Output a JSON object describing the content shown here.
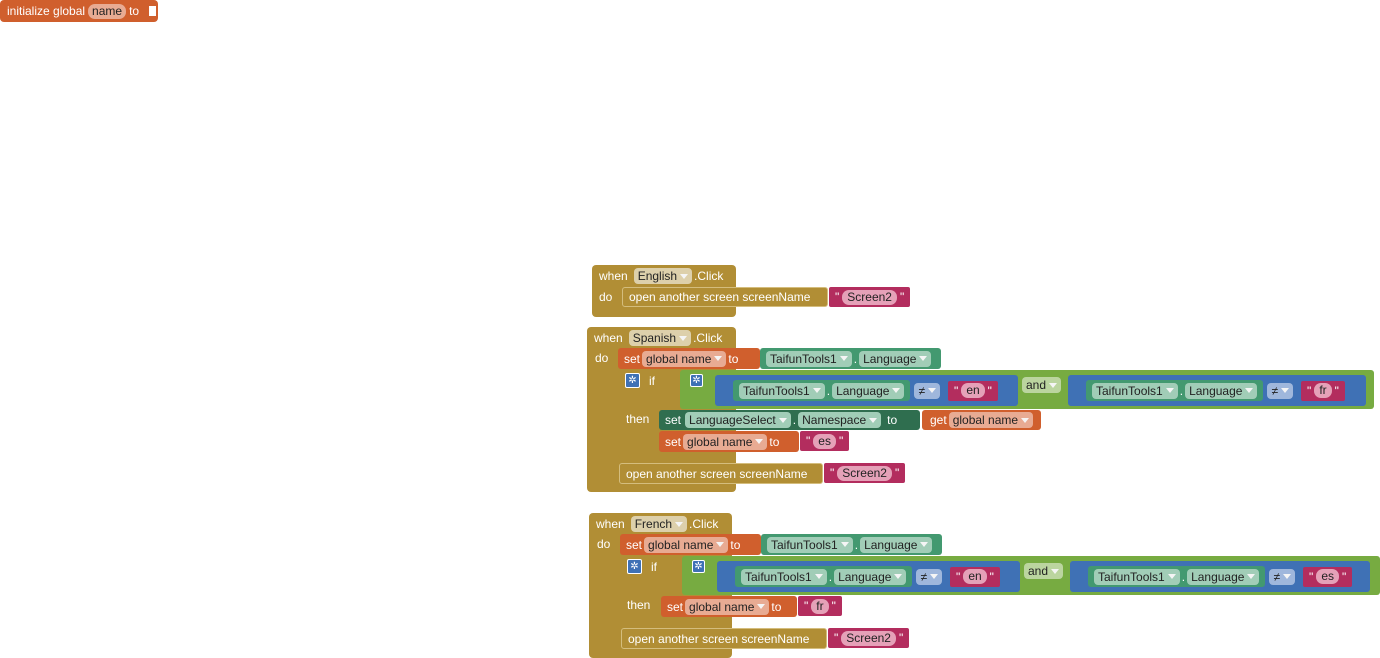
{
  "global_init": {
    "prefix": "initialize global",
    "name": "name",
    "suffix": "to"
  },
  "common": {
    "when": "when",
    "do": "do",
    "click": ".Click",
    "set": "set",
    "to": "to",
    "get": "get",
    "if": "if",
    "then": "then",
    "and": "and",
    "dot": ".",
    "ne": "≠",
    "open_screen": "open another screen  screenName",
    "quote": "\""
  },
  "english": {
    "component": "English",
    "screen": "Screen2"
  },
  "spanish": {
    "component": "Spanish",
    "set_var": "global name",
    "tools": "TaifunTools1",
    "prop": "Language",
    "cmp1_val": "en",
    "cmp2_val": "fr",
    "ls_component": "LanguageSelect",
    "ls_prop": "Namespace",
    "get_var": "global name",
    "set2_var": "global name",
    "set2_val": "es",
    "screen": "Screen2"
  },
  "french": {
    "component": "French",
    "set_var": "global name",
    "tools": "TaifunTools1",
    "prop": "Language",
    "cmp1_val": "en",
    "cmp2_val": "es",
    "set2_var": "global name",
    "set2_val": "fr",
    "screen": "Screen2"
  },
  "colors": {
    "event": "#b18e35",
    "variable": "#d05f2d",
    "component": "#439970",
    "compare": "#3f71b5",
    "logic": "#77ab41",
    "text": "#b32d5e"
  }
}
